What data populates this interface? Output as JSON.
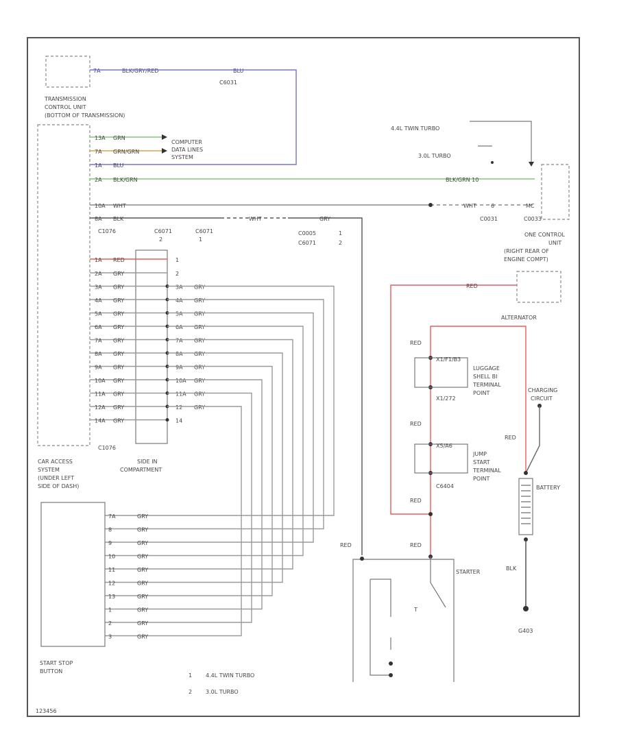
{
  "colors": {
    "blue": "#7070ee",
    "green": "#86c47c",
    "orange": "#d8a24a",
    "red": "#ee5a5a",
    "dark": "#444444",
    "gray": "#8a8a8a"
  },
  "top": {
    "tcu_pin": "7A",
    "tcu_wire": "BLK/GRY/RED",
    "tcu_wire2": "BLU",
    "c_tcu": "C6031",
    "tcu_label": [
      "TRANSMISSION",
      "CONTROL UNIT",
      "(BOTTOM OF TRANSMISSION)"
    ]
  },
  "cem_pins": [
    {
      "pin": "13A",
      "wire": "GRN",
      "color": "green"
    },
    {
      "pin": "7A",
      "wire": "GRN/GRN",
      "color": "orange"
    },
    {
      "pin": "1A",
      "wire": "BLU",
      "color": "blue"
    },
    {
      "pin": "2A",
      "wire": "BLK/GRN",
      "color": "green"
    },
    {
      "pin": "10A",
      "wire": "WHT",
      "color": "gray"
    },
    {
      "pin": "8A",
      "wire": "BLK",
      "color": "dark"
    }
  ],
  "data_lines": [
    "COMPUTER",
    "DATA LINES",
    "SYSTEM"
  ],
  "engine": {
    "turbo1": "4.4L TWIN TURBO",
    "turbo2": "3.0L TURBO",
    "wire_green": "BLK/GRN 10",
    "wire_wht": "WHT",
    "pin_wht": "6",
    "pin_mc": "MC",
    "c1": "C0031",
    "c2": "C0033",
    "label": [
      "ONE CONTROL",
      "UNIT",
      "(RIGHT REAR OF",
      "ENGINE COMPT)"
    ]
  },
  "mid": {
    "c_cem": "C1076",
    "c_a": "C6071",
    "pin_a": "2",
    "c_b": "C6071",
    "pin_b": "1",
    "wire_wht": "WHT",
    "wire_gry": "GRY",
    "c_right1": "C0005",
    "c_right1_pin": "1",
    "c_right2": "C6071",
    "c_right2_pin": "2"
  },
  "lower_left_pins": [
    {
      "pin": "1A",
      "wire": "RED",
      "num": "1"
    },
    {
      "pin": "2A",
      "wire": "GRY",
      "num": "2"
    },
    {
      "pin": "3A",
      "wire": "GRY",
      "num": "3A",
      "out": "GRY"
    },
    {
      "pin": "4A",
      "wire": "GRY",
      "num": "4A",
      "out": "GRY"
    },
    {
      "pin": "5A",
      "wire": "GRY",
      "num": "5A",
      "out": "GRY"
    },
    {
      "pin": "6A",
      "wire": "GRY",
      "num": "6A",
      "out": "GRY"
    },
    {
      "pin": "7A",
      "wire": "GRY",
      "num": "7A",
      "out": "GRY"
    },
    {
      "pin": "8A",
      "wire": "GRY",
      "num": "8A",
      "out": "GRY"
    },
    {
      "pin": "9A",
      "wire": "GRY",
      "num": "9A",
      "out": "GRY"
    },
    {
      "pin": "10A",
      "wire": "GRY",
      "num": "10A",
      "out": "GRY"
    },
    {
      "pin": "11A",
      "wire": "GRY",
      "num": "11A",
      "out": "GRY"
    },
    {
      "pin": "12A",
      "wire": "GRY",
      "num": "12",
      "out": "GRY"
    },
    {
      "pin": "14A",
      "wire": "GRY",
      "num": "14"
    }
  ],
  "c_sidekick": "C1076",
  "sidekick_label": [
    "SIDE IN",
    "COMPARTMENT"
  ],
  "car_access": [
    "CAR ACCESS",
    "SYSTEM",
    "(UNDER LEFT",
    "SIDE OF DASH)"
  ],
  "start_pins": [
    {
      "pin": "7A",
      "wire": "GRY"
    },
    {
      "pin": "8",
      "wire": "GRY"
    },
    {
      "pin": "9",
      "wire": "GRY"
    },
    {
      "pin": "10",
      "wire": "GRY"
    },
    {
      "pin": "11",
      "wire": "GRY"
    },
    {
      "pin": "12",
      "wire": "GRY"
    },
    {
      "pin": "13",
      "wire": "GRY"
    },
    {
      "pin": "1",
      "wire": "GRY"
    },
    {
      "pin": "2",
      "wire": "GRY"
    },
    {
      "pin": "3",
      "wire": "GRY"
    }
  ],
  "start_label": [
    "START STOP",
    "BUTTON"
  ],
  "power": {
    "alternator": "ALTERNATOR",
    "red": "RED",
    "luggage_code": "X1/F1/B3",
    "luggage": [
      "LUGGAGE",
      "SHELL BI",
      "TERMINAL",
      "POINT"
    ],
    "c_lug": "X1/272",
    "jump_code": "X5/A6",
    "jump": [
      "JUMP",
      "START",
      "TERMINAL",
      "POINT"
    ],
    "c_jump": "C6404",
    "charging": [
      "CHARGING",
      "CIRCUIT"
    ],
    "battery": "BATTERY",
    "blk": "BLK",
    "ground": "G403",
    "starter": "STARTER",
    "wire_blk": "RED",
    "red_diag": "RED",
    "starter_t": "T"
  },
  "legend": [
    {
      "num": "1",
      "text": "4.4L TWIN TURBO"
    },
    {
      "num": "2",
      "text": "3.0L TURBO"
    }
  ],
  "code": "123456"
}
